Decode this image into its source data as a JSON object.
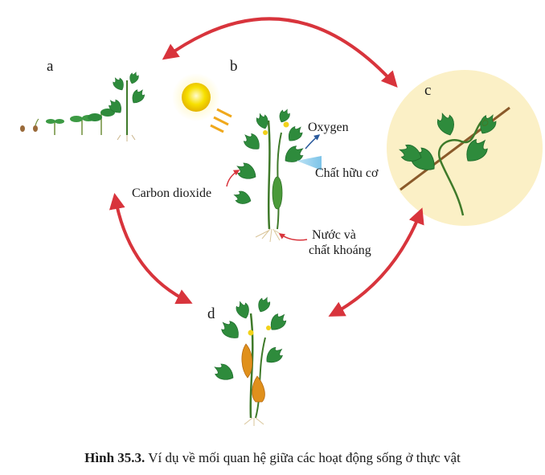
{
  "labels": {
    "a": "a",
    "b": "b",
    "c": "c",
    "d": "d"
  },
  "annotations": {
    "oxygen": "Oxygen",
    "organic_matter": "Chất hữu cơ",
    "carbon_dioxide": "Carbon dioxide",
    "water_line1": "Nước và",
    "water_line2": "chất khoáng"
  },
  "caption": {
    "figure_number": "Hình 35.3.",
    "text": "Ví dụ về mối quan hệ giữa các hoạt động sống ở thực vật"
  },
  "colors": {
    "cycle_arrow": "#d8343c",
    "circle_c_fill": "#fbf0c6",
    "leaf": "#2e8b3c",
    "sun": "#f5d400",
    "fruit": "#e0901c",
    "note_arrow": "#2a5a9c"
  }
}
